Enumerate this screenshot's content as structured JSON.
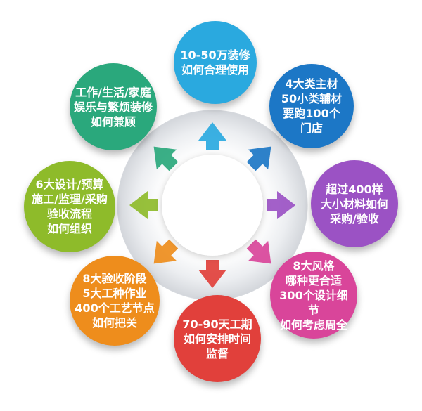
{
  "colors": {
    "ring_light": "#e9ebef",
    "ring_dark": "#c9cdd3",
    "hub": "#ffffff"
  },
  "nodes": [
    {
      "id": "budget",
      "label": "10-50万装修\n如何合理使用",
      "color": "#2aa9df",
      "icon": "arrow-up-icon"
    },
    {
      "id": "materials",
      "label": "4大类主材\n50小类辅材\n要跑100个\n门店",
      "color": "#1c77c6",
      "icon": "arrow-up-right-icon"
    },
    {
      "id": "purchase",
      "label": "超过400样\n大小材料如何\n采购/验收",
      "color": "#9b52c4",
      "icon": "arrow-right-icon"
    },
    {
      "id": "style",
      "label": "8大风格\n哪种更合适\n300个设计细节\n如何考虑周全",
      "color": "#d9459a",
      "icon": "arrow-down-right-icon"
    },
    {
      "id": "schedule",
      "label": "70-90天工期\n如何安排时间\n监督",
      "color": "#e1403b",
      "icon": "arrow-down-icon"
    },
    {
      "id": "acceptance",
      "label": "8大验收阶段\n5大工种作业\n400个工艺节点\n如何把关",
      "color": "#ee8d1c",
      "icon": "arrow-down-left-icon"
    },
    {
      "id": "process",
      "label": "6大设计/预算\n施工/监理/采购\n验收流程\n如何组织",
      "color": "#8ebb2a",
      "icon": "arrow-left-icon"
    },
    {
      "id": "balance",
      "label": "工作/生活/家庭\n娱乐与繁烦装修\n如何兼顾",
      "color": "#2aa87c",
      "icon": "arrow-up-left-icon"
    }
  ]
}
